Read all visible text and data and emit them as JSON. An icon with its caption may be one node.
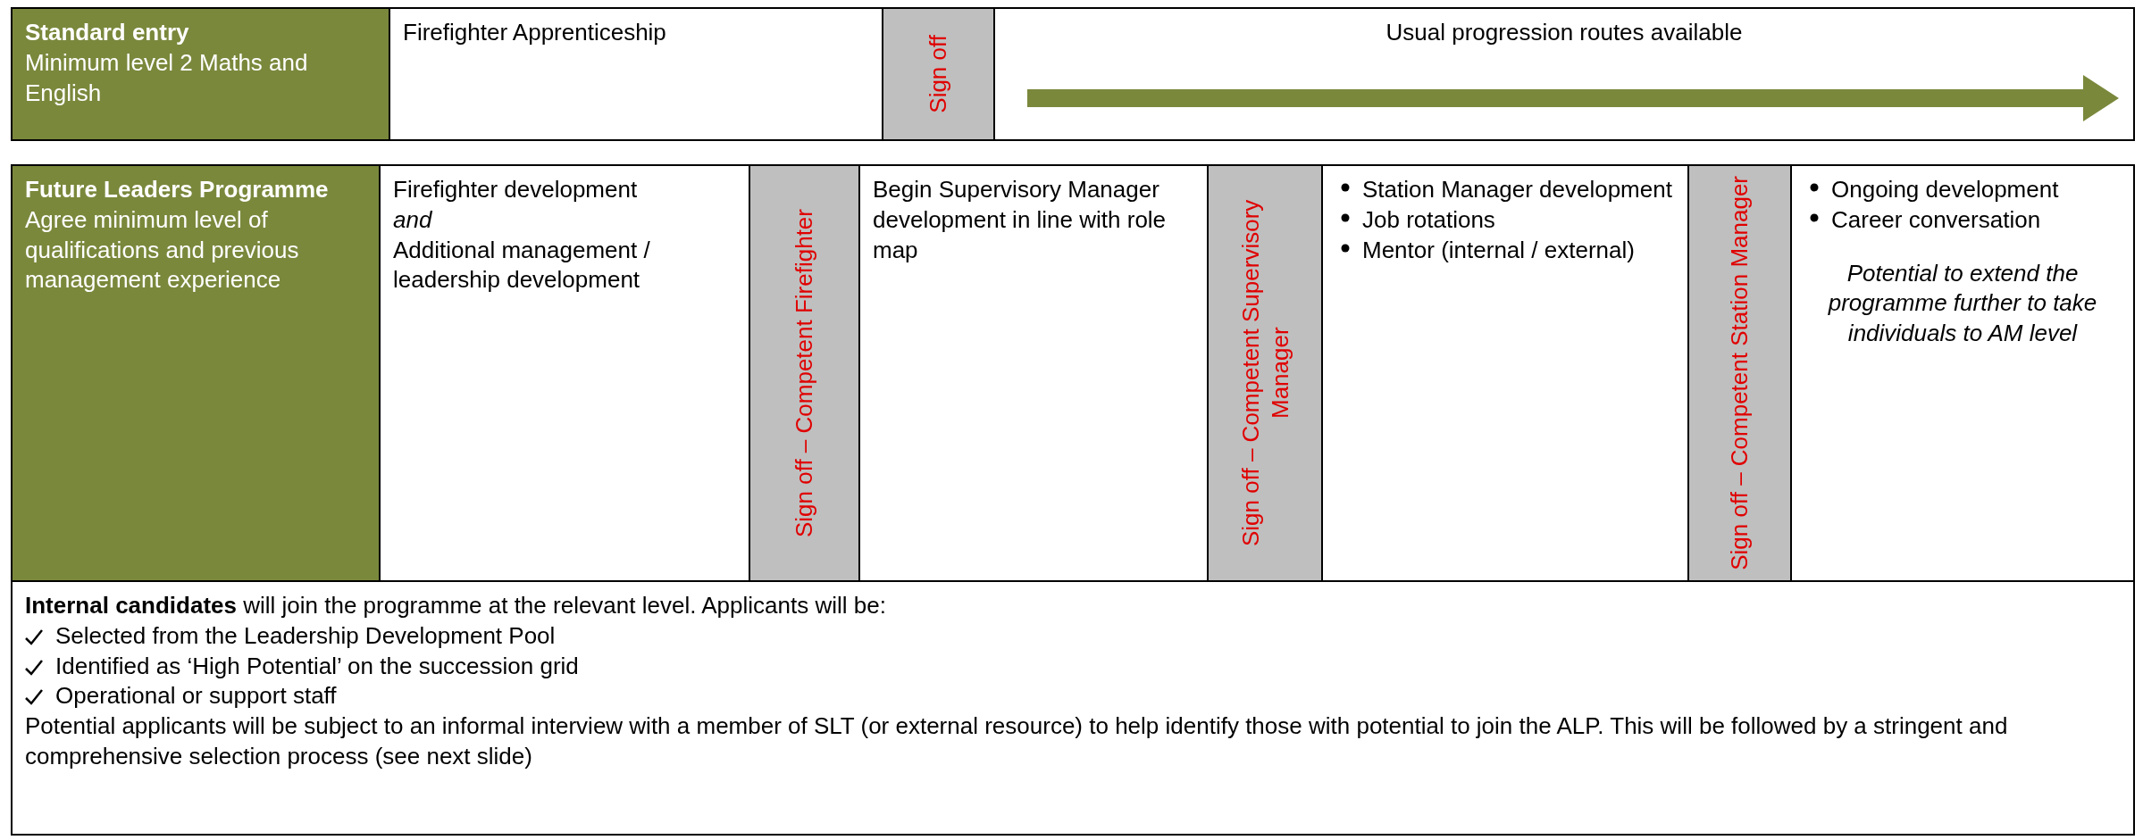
{
  "diagram": {
    "nodes": [
      {
        "text": [
          "Standard entry",
          "Minimum level 2 Maths and English"
        ]
      },
      {
        "text": [
          "Firefighter Apprenticeship"
        ]
      },
      {
        "text": [
          "Sign off"
        ]
      },
      {
        "text": [
          "Usual progression routes available"
        ]
      },
      {
        "text": [
          "Future Leaders Programme",
          "Agree minimum level of qualifications and previous management experience"
        ]
      },
      {
        "text": [
          "Firefighter development",
          "*and*",
          "Additional management / leadership development"
        ]
      },
      {
        "text": [
          "Sign off – Competent Firefighter"
        ]
      },
      {
        "text": [
          "Begin Supervisory Manager development in line with role map"
        ]
      },
      {
        "text": [
          "Sign off – Competent Supervisory Manager"
        ]
      },
      {
        "text": [
          "Station Manager development",
          "Job rotations",
          "Mentor (internal / external)"
        ]
      },
      {
        "text": [
          "Sign off – Competent Station Manager"
        ]
      },
      {
        "text": [
          "Ongoing development",
          "Career conversation",
          "*Potential to extend the programme further to take individuals to AM level*"
        ]
      },
      {
        "text": [
          "**Internal candidates** will join the programme at the relevant level. Applicants will be:",
          "Selected from the Leadership Development Pool",
          "Identified as ‘High Potential’ on the succession grid",
          "Operational or support staff",
          "Potential applicants will be subject to an informal interview with a member of SLT (or external resource) to help identify those with potential to join the ALP. This will be followed by a stringent and comprehensive selection process (see next slide)"
        ]
      }
    ],
    "edges": []
  }
}
